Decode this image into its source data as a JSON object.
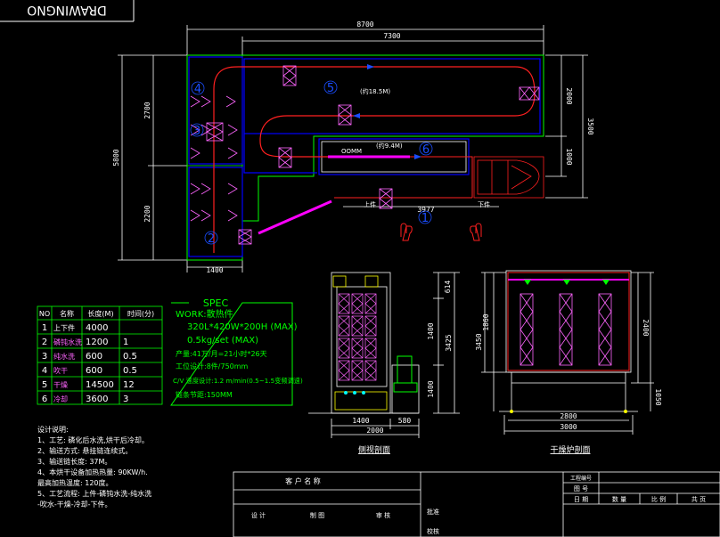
{
  "title_tag": "DRAWINGNO",
  "colors": {
    "background": "#000000",
    "frame": "#ffffff",
    "building": "#00ff00",
    "booth": "#0000ff",
    "conveyor": "#ff2020",
    "fixture": "#ff66ff",
    "magenta": "#ff00ff",
    "spec_text": "#00ff00",
    "yellow": "#ffff00",
    "dim": "#ffffff",
    "arrow": "#1a4dff",
    "red_text": "#ff3030",
    "cyan": "#00ffff"
  },
  "plan": {
    "dims": {
      "top_total": "8700",
      "top_inner": "7300",
      "left_total": "5800",
      "left_upper": "2700",
      "left_lower": "2200",
      "right_upper": "2000",
      "right_total": "3500",
      "right_lower": "1000",
      "bottom_left": "1400",
      "conveyor_len": "3977"
    },
    "zones": [
      "1",
      "2",
      "3",
      "4",
      "5",
      "6"
    ],
    "labels": {
      "load": "上件",
      "unload": "下件",
      "oven5": "(约18.5M)",
      "oven6": "(约9.4M)",
      "pipe": "OOMM"
    }
  },
  "table": {
    "headers": [
      "NO",
      "名称",
      "长度(M)",
      "时间(分)"
    ],
    "rows": [
      [
        "1",
        "上下件",
        "4000",
        ""
      ],
      [
        "2",
        "磷钝水洗",
        "1200",
        "1"
      ],
      [
        "3",
        "纯水洗",
        "600",
        "0.5"
      ],
      [
        "4",
        "吹干",
        "600",
        "0.5"
      ],
      [
        "5",
        "干燥",
        "14500",
        "12"
      ],
      [
        "6",
        "冷却",
        "3600",
        "3"
      ]
    ]
  },
  "spec": {
    "title": "SPEC",
    "work": "WORK:散热件",
    "size": "320L*420W*200H  (MAX)",
    "weight": "0.5kg/set (MAX)",
    "output": "产量:41万/月=21小时*26天",
    "design": "工位设计:8件/750mm",
    "speed": "C/V 速度设计:1.2 m/min(0.5~1.5变频调速)",
    "pitch": "链条节距:150MM"
  },
  "notes": {
    "title": "设计说明:",
    "items": [
      "1、工艺: 磷化后水洗,烘干后冷却。",
      "2、输送方式: 悬挂链连续式。",
      "3、输送链长度: 37M。",
      "4、本烘干设备加热热量: 90KW/h.",
      "   最高加热温度: 120度。",
      "5、工艺流程: 上件-磷钝水洗-纯水洗",
      "   -吹水-干燥-冷却-下件。"
    ]
  },
  "side_view": {
    "label": "侧视剖面",
    "dims": {
      "top": "614",
      "mid": "1400",
      "total": "3425",
      "bottom": "1400",
      "w1": "1400",
      "w2": "580",
      "w3": "2000"
    }
  },
  "front_view": {
    "label": "干燥炉剖面",
    "dims": {
      "h1": "1860",
      "h2": "3450",
      "h3": "2400",
      "h4": "1050",
      "w1": "2800",
      "w2": "3000"
    }
  },
  "title_block": {
    "customer": "客 户 名 称",
    "design": "设 计",
    "draw": "制 图",
    "review": "审 核",
    "approve": "批准",
    "check": "校核",
    "project_no": "工程编号",
    "drawing_no": "图 号",
    "date": "日 期",
    "qty": "数 量",
    "scale": "比 例",
    "sheet": "共 页"
  }
}
